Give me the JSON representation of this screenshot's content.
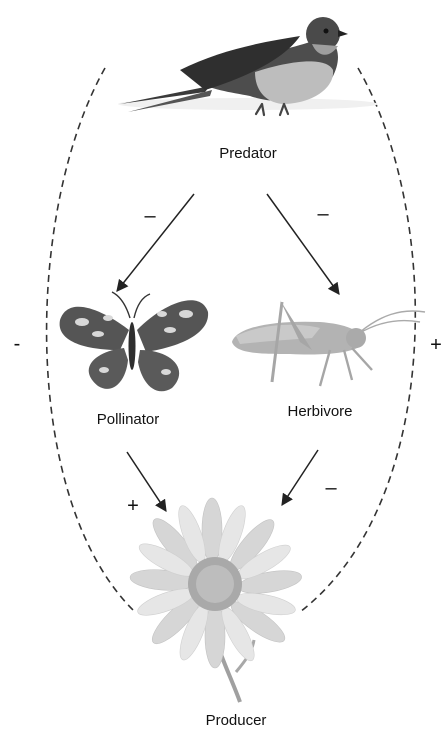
{
  "nodes": {
    "predator": "Predator",
    "pollinator": "Pollinator",
    "herbivore": "Herbivore",
    "producer": "Producer"
  },
  "signs": {
    "predator_pollinator": "–",
    "predator_herbivore": "–",
    "pollinator_producer": "+",
    "herbivore_producer": "–",
    "indirect_left": "-",
    "indirect_right": "+"
  },
  "icons": {
    "predator": "bird-icon",
    "pollinator": "butterfly-icon",
    "herbivore": "grasshopper-icon",
    "producer": "daisy-flower-icon"
  }
}
